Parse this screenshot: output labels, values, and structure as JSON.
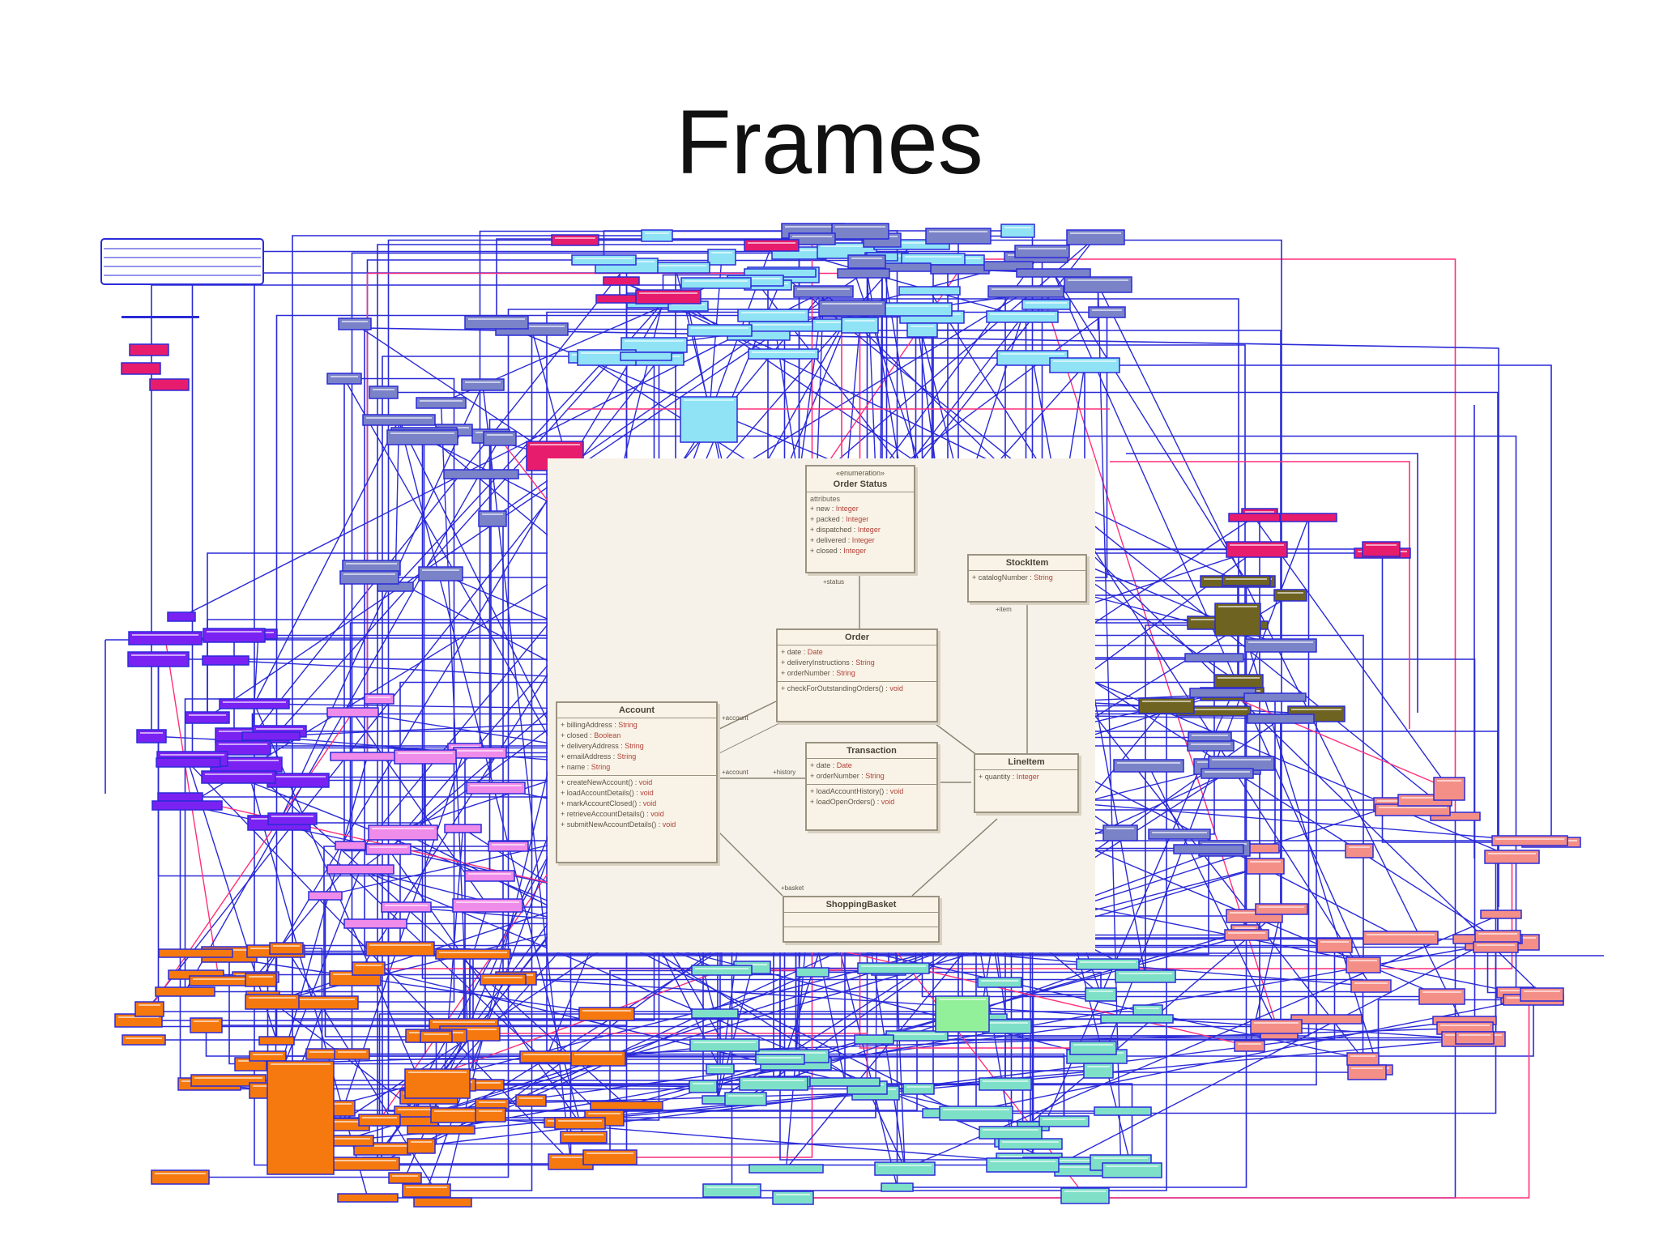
{
  "slide": {
    "title": "Frames"
  },
  "uml": {
    "classes": {
      "order_status": {
        "stereotype": "«enumeration»",
        "name": "Order Status",
        "attr_caption": "attributes",
        "attributes": [
          {
            "name": "new",
            "type": "Integer"
          },
          {
            "name": "packed",
            "type": "Integer"
          },
          {
            "name": "dispatched",
            "type": "Integer"
          },
          {
            "name": "delivered",
            "type": "Integer"
          },
          {
            "name": "closed",
            "type": "Integer"
          }
        ]
      },
      "stock_item": {
        "name": "StockItem",
        "attributes": [
          {
            "name": "catalogNumber",
            "type": "String"
          }
        ]
      },
      "order": {
        "name": "Order",
        "attributes": [
          {
            "name": "date",
            "type": "Date"
          },
          {
            "name": "deliveryInstructions",
            "type": "String"
          },
          {
            "name": "orderNumber",
            "type": "String"
          }
        ],
        "operations": [
          {
            "name": "checkForOutstandingOrders()",
            "type": "void"
          }
        ]
      },
      "account": {
        "name": "Account",
        "attributes": [
          {
            "name": "billingAddress",
            "type": "String"
          },
          {
            "name": "closed",
            "type": "Boolean"
          },
          {
            "name": "deliveryAddress",
            "type": "String"
          },
          {
            "name": "emailAddress",
            "type": "String"
          },
          {
            "name": "name",
            "type": "String"
          }
        ],
        "operations": [
          {
            "name": "createNewAccount()",
            "type": "void"
          },
          {
            "name": "loadAccountDetails()",
            "type": "void"
          },
          {
            "name": "markAccountClosed()",
            "type": "void"
          },
          {
            "name": "retrieveAccountDetails()",
            "type": "void"
          },
          {
            "name": "submitNewAccountDetails()",
            "type": "void"
          }
        ]
      },
      "transaction": {
        "name": "Transaction",
        "attributes": [
          {
            "name": "date",
            "type": "Date"
          },
          {
            "name": "orderNumber",
            "type": "String"
          }
        ],
        "operations": [
          {
            "name": "loadAccountHistory()",
            "type": "void"
          },
          {
            "name": "loadOpenOrders()",
            "type": "void"
          }
        ]
      },
      "line_item": {
        "name": "LineItem",
        "attributes": [
          {
            "name": "quantity",
            "type": "Integer"
          }
        ]
      },
      "shopping_basket": {
        "name": "ShoppingBasket"
      }
    },
    "roles": {
      "status": "+status",
      "item": "+item",
      "account": "+account",
      "history": "+history",
      "account2": "+account",
      "basket": "+basket"
    }
  },
  "colors": {
    "edge_blue": "#2a2ad8",
    "edge_red": "#ff2f7a",
    "node_cyan": "#8fe3f5",
    "node_magenta": "#e81c6c",
    "node_violet": "#7a22f2",
    "node_orange": "#f5790f",
    "node_green": "#93f09a",
    "node_teal": "#7fe0c8",
    "node_pink": "#ef8be8",
    "node_salmon": "#f48f87",
    "node_olive": "#6e6320",
    "node_slate": "#7a83c8",
    "uml_panel": "#f7f2e9"
  }
}
